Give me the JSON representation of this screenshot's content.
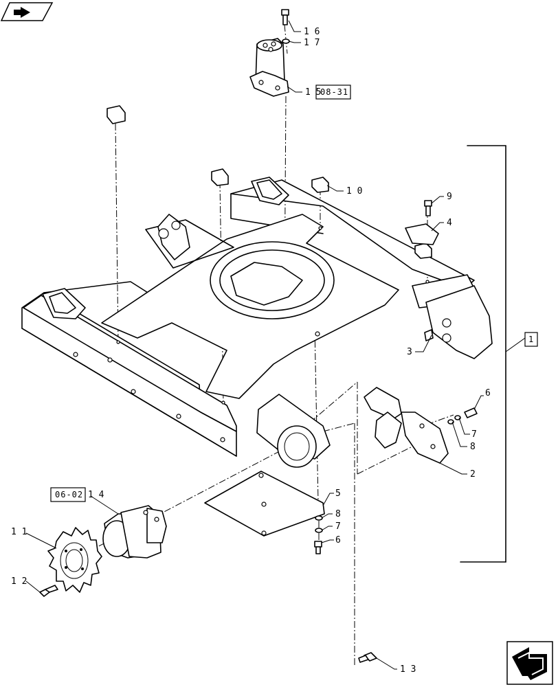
{
  "callouts": {
    "c1": "1",
    "c2": "2",
    "c3": "3",
    "c4": "4",
    "c5": "5",
    "c6a": "6",
    "c6b": "6",
    "c7a": "7",
    "c7b": "7",
    "c8a": "8",
    "c8b": "8",
    "c9": "9",
    "c10": "10",
    "c11": "11",
    "c12": "12",
    "c13": "13",
    "c14": "14",
    "c15": "15",
    "c16": "16",
    "c17": "17"
  },
  "references": {
    "ref_15": "08-31",
    "ref_14": "06-02",
    "ref_1": "1"
  },
  "icons": {
    "top_left": "folder-arrow-icon",
    "bottom_right": "navigation-arrow-icon"
  }
}
